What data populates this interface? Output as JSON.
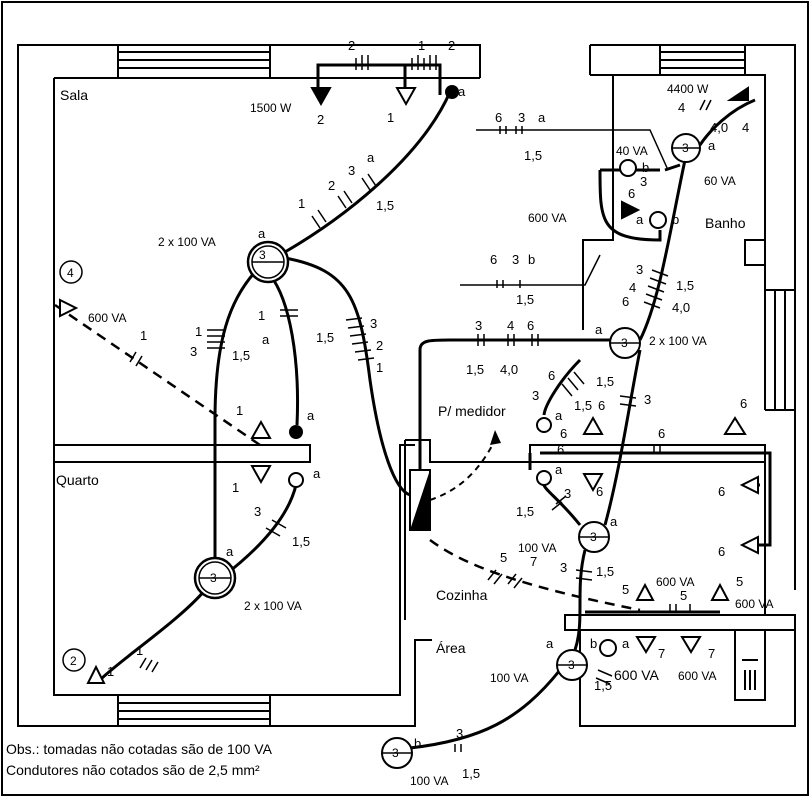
{
  "rooms": {
    "sala": "Sala",
    "quarto": "Quarto",
    "banho": "Banho",
    "cozinha": "Cozinha",
    "area": "Área"
  },
  "medidor_label": "P/ medidor",
  "loads": {
    "sala_1500": "1500 W",
    "sala_light": "2 x 100 VA",
    "sala_600": "600 VA",
    "quarto_light": "2 x 100 VA",
    "banho_4400": "4400 W",
    "banho_40": "40 VA",
    "banho_60": "60 VA",
    "banho_600": "600 VA",
    "cozinha_light": "2 x 100 VA",
    "coz_100": "100 VA",
    "coz_600a": "600 VA",
    "coz_600b": "600 VA",
    "area_100": "100 VA",
    "area_600a": "600 VA",
    "area_600b": "600 VA",
    "ext_100": "100 VA"
  },
  "circuit_markers": {
    "c4": "4",
    "c2": "2"
  },
  "notes": {
    "line1": "Obs.: tomadas não cotadas são de 100 VA",
    "line2": "Condutores não cotados são de 2,5 mm²"
  },
  "labels": {
    "s_a1": "a",
    "s_2a": "2",
    "s_1": "1",
    "s_1b": "1",
    "s_2c": "2",
    "s_3a": "3",
    "s_a2": "a",
    "s_2": "2",
    "s_15": "1,5",
    "s_1c": "1",
    "s_a3": "a",
    "s_3b": "3",
    "l_1": "1",
    "l_1b": "1",
    "l_3": "3",
    "l_15": "1,5",
    "l_1c": "1",
    "l_a": "a",
    "r_15": "1,5",
    "r_3": "3",
    "r_2": "2",
    "r_1": "1",
    "q_1": "1",
    "q_a": "a",
    "q_1b": "1",
    "q_a2": "a",
    "q_3": "3",
    "q_15": "1,5",
    "q_a3": "a",
    "q_3c": "3",
    "q_1d": "1",
    "q_1e": "1",
    "b_6": "6",
    "b_3": "3",
    "b_a": "a",
    "b_15": "1,5",
    "b_4": "4",
    "b_40": "4,0",
    "b_4b": "4",
    "b_a2": "a",
    "b_b": "b",
    "b_3b": "3",
    "b_6b": "6",
    "b_a3": "a",
    "b_b2": "b",
    "b_6c": "6",
    "b_3c": "3",
    "b_bb": "b",
    "b_15b": "1,5",
    "b_3d": "3",
    "b_4c": "4",
    "b_6d": "6",
    "b_15c": "1,5",
    "b_40b": "4,0",
    "k_3": "3",
    "k_4": "4",
    "k_6": "6",
    "k_15": "1,5",
    "k_40": "4,0",
    "k_a": "a",
    "k_6b": "6",
    "k_3b": "3",
    "k_a2": "a",
    "k_15b": "1,5",
    "k_6c": "6",
    "k_15c": "1,5",
    "k_3c": "3",
    "k_6d": "6",
    "k_6e": "6",
    "k_6f": "6",
    "k_a3": "a",
    "k_6g": "6",
    "k_6h": "6",
    "k_6i": "6",
    "k_a4": "a",
    "k_3d": "3",
    "k_15d": "1,5",
    "k_a5": "a",
    "k_5": "5",
    "k_7": "7",
    "k_3e": "3",
    "k_15e": "1,5",
    "a_5": "5",
    "a_5b": "5",
    "a_5c": "5",
    "a_7": "7",
    "a_7b": "7",
    "a_a": "a",
    "a_b": "b",
    "a_a2": "a",
    "a_15": "1,5",
    "e_b": "b",
    "e_3": "3",
    "e_15": "1,5"
  }
}
